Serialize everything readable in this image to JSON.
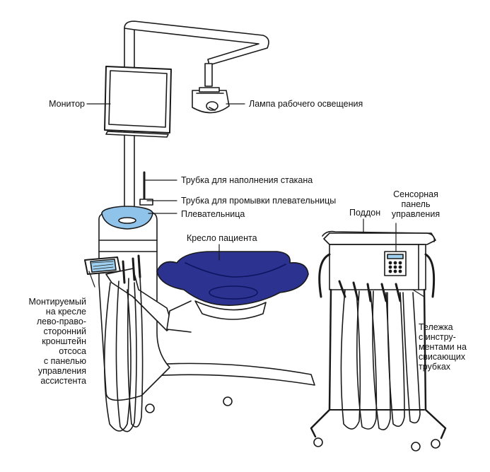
{
  "colors": {
    "outline": "#1a1a1a",
    "seat": "#2b3290",
    "bowl_water": "#8fc3ea",
    "panel_blue": "#9fd0f0"
  },
  "labels": {
    "monitor": "Монитор",
    "lamp": "Лампа рабочего освещения",
    "cup_fill": "Трубка для наполнения стакана",
    "bowl_rinse": "Трубка для промывки плевательницы",
    "spittoon": "Плевательница",
    "tray": "Поддон",
    "touch_panel": "Сенсорная\nпанель\nуправления",
    "patient_chair": "Кресло пациента",
    "suction_arm": "Монтируемый\nна кресле\nлево-право-\nсторонний\nкронштейн\nотсоса\nс панелью\nуправления\nассистента",
    "cart": "Тележка\nс инстру-\nментами на\nсвисающих\nтрубках"
  },
  "icons": [
    "monitor-icon",
    "lamp-icon",
    "spittoon-icon",
    "cart-icon",
    "chair-seat-icon"
  ]
}
